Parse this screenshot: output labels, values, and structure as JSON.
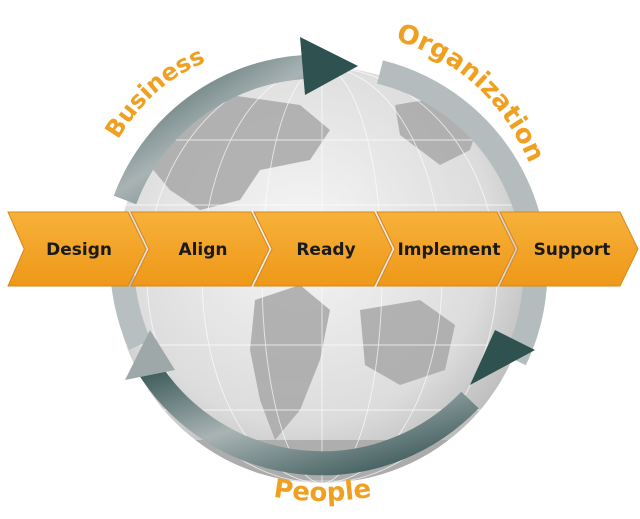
{
  "steps": [
    {
      "label": "Design"
    },
    {
      "label": "Align"
    },
    {
      "label": "Ready"
    },
    {
      "label": "Implement"
    },
    {
      "label": "Support"
    }
  ],
  "cycle_labels": {
    "business": "Business",
    "organization": "Organization",
    "people": "People"
  },
  "colors": {
    "chevron": "#f5a623",
    "chevron_dark": "#d9861a",
    "label_text": "#1a1a1a",
    "arc_text": "#f0a020",
    "ring_dark": "#2f4f4f",
    "ring_light": "#c9cfd0",
    "globe_ocean": "#e4e4e4",
    "globe_land": "#a9a9a9"
  },
  "icons": [
    "globe-icon",
    "cycle-ring-icon"
  ]
}
